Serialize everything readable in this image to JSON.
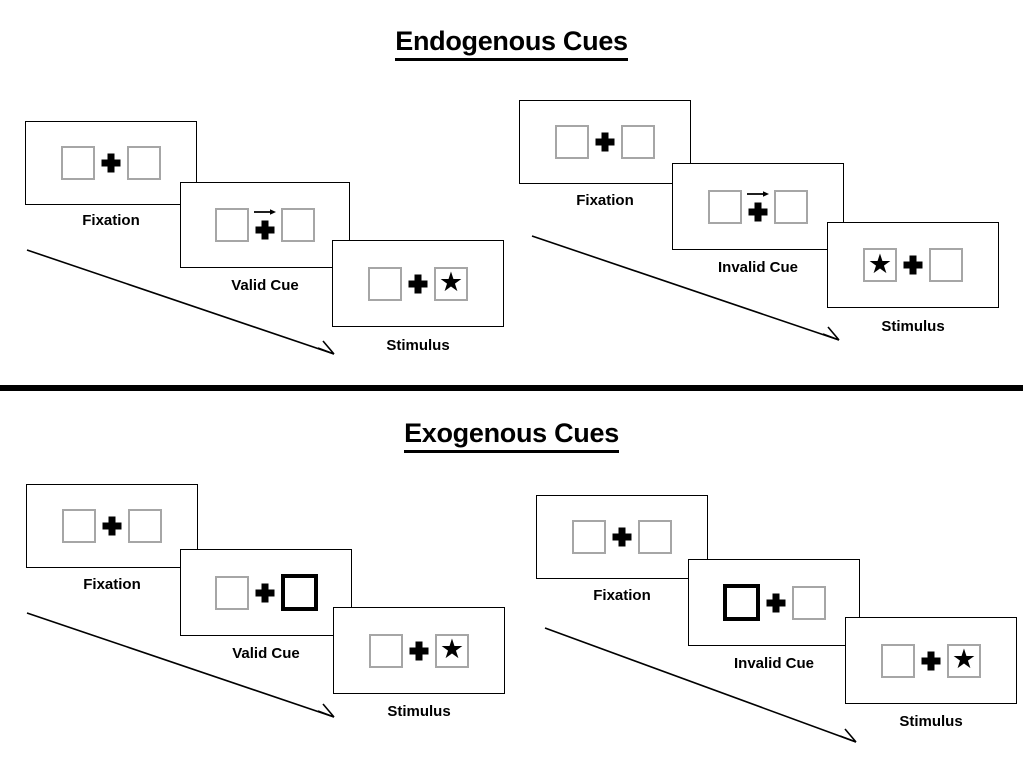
{
  "figure": {
    "type": "posner-cueing-paradigm-diagram",
    "background_color": "#ffffff",
    "accent_color": "#000000",
    "box_border_color": "#a6a6a6",
    "cued_box_border_color": "#000000"
  },
  "sections": [
    {
      "id": "endogenous",
      "title": "Endogenous Cues",
      "groups": [
        {
          "id": "endogenous-valid",
          "stages": [
            {
              "caption": "Fixation",
              "left_box": {
                "cued": false,
                "content": ""
              },
              "right_box": {
                "cued": false,
                "content": ""
              },
              "fixation": "plus",
              "cue_arrow": "none"
            },
            {
              "caption": "Valid Cue",
              "left_box": {
                "cued": false,
                "content": ""
              },
              "right_box": {
                "cued": false,
                "content": ""
              },
              "fixation": "plus",
              "cue_arrow": "right-arrow-icon"
            },
            {
              "caption": "Stimulus",
              "left_box": {
                "cued": false,
                "content": ""
              },
              "right_box": {
                "cued": false,
                "content": "star-icon"
              },
              "fixation": "plus",
              "cue_arrow": "none"
            }
          ]
        },
        {
          "id": "endogenous-invalid",
          "stages": [
            {
              "caption": "Fixation",
              "left_box": {
                "cued": false,
                "content": ""
              },
              "right_box": {
                "cued": false,
                "content": ""
              },
              "fixation": "plus",
              "cue_arrow": "none"
            },
            {
              "caption": "Invalid Cue",
              "left_box": {
                "cued": false,
                "content": ""
              },
              "right_box": {
                "cued": false,
                "content": ""
              },
              "fixation": "plus",
              "cue_arrow": "right-arrow-icon"
            },
            {
              "caption": "Stimulus",
              "left_box": {
                "cued": false,
                "content": "star-icon"
              },
              "right_box": {
                "cued": false,
                "content": ""
              },
              "fixation": "plus",
              "cue_arrow": "none"
            }
          ]
        }
      ]
    },
    {
      "id": "exogenous",
      "title": "Exogenous Cues",
      "groups": [
        {
          "id": "exogenous-valid",
          "stages": [
            {
              "caption": "Fixation",
              "left_box": {
                "cued": false,
                "content": ""
              },
              "right_box": {
                "cued": false,
                "content": ""
              },
              "fixation": "plus",
              "cue_arrow": "none"
            },
            {
              "caption": "Valid Cue",
              "left_box": {
                "cued": false,
                "content": ""
              },
              "right_box": {
                "cued": true,
                "content": ""
              },
              "fixation": "plus",
              "cue_arrow": "none"
            },
            {
              "caption": "Stimulus",
              "left_box": {
                "cued": false,
                "content": ""
              },
              "right_box": {
                "cued": false,
                "content": "star-icon"
              },
              "fixation": "plus",
              "cue_arrow": "none"
            }
          ]
        },
        {
          "id": "exogenous-invalid",
          "stages": [
            {
              "caption": "Fixation",
              "left_box": {
                "cued": false,
                "content": ""
              },
              "right_box": {
                "cued": false,
                "content": ""
              },
              "fixation": "plus",
              "cue_arrow": "none"
            },
            {
              "caption": "Invalid Cue",
              "left_box": {
                "cued": true,
                "content": ""
              },
              "right_box": {
                "cued": false,
                "content": ""
              },
              "fixation": "plus",
              "cue_arrow": "none"
            },
            {
              "caption": "Stimulus",
              "left_box": {
                "cued": false,
                "content": ""
              },
              "right_box": {
                "cued": false,
                "content": "star-icon"
              },
              "fixation": "plus",
              "cue_arrow": "none"
            }
          ]
        }
      ]
    }
  ],
  "icons": {
    "star": "★",
    "time_arrow": "diagonal-time-arrow-icon",
    "cue_arrow": "right-arrow-icon"
  }
}
